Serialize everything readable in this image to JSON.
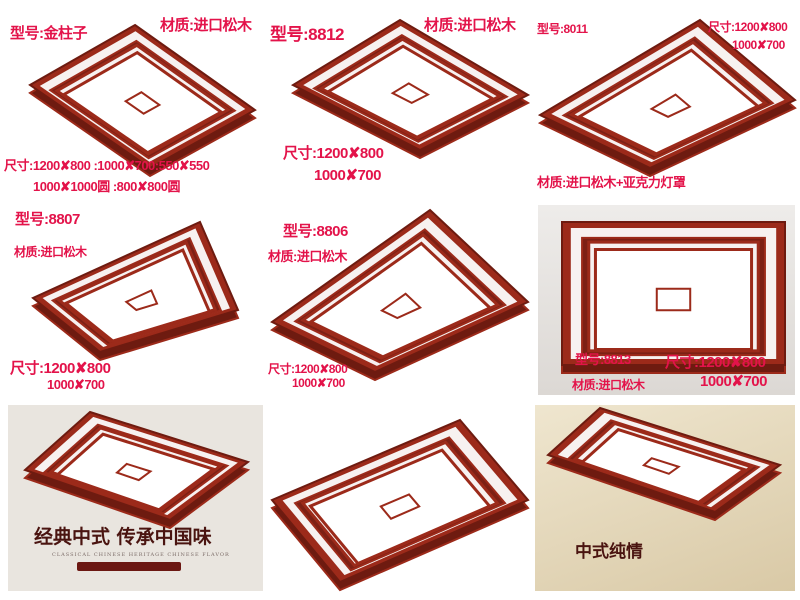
{
  "colors": {
    "label_text": "#e3134a",
    "wood": "#9c2a1a",
    "panel": "#f7f1f0",
    "calligraphy": "#4a1410"
  },
  "products": [
    {
      "model": "型号:金柱子",
      "material": "材质:进口松木",
      "size_line1": "尺寸:1200✘800 :1000✘700:550✘550",
      "size_line2": "1000✘1000圆 :800✘800圆"
    },
    {
      "model": "型号:8812",
      "material": "材质:进口松木",
      "size_line1": "尺寸:1200✘800",
      "size_line2": "1000✘700"
    },
    {
      "model": "型号:8011",
      "size_line1": "尺寸:1200✘800",
      "size_line2": "1000✘700",
      "material": "材质:进口松木+亚克力灯罩"
    },
    {
      "model": "型号:8807",
      "material": "材质:进口松木",
      "size_line1": "尺寸:1200✘800",
      "size_line2": "1000✘700"
    },
    {
      "model": "型号:8806",
      "material": "材质:进口松木",
      "size_line1": "尺寸:1200✘800",
      "size_line2": "1000✘700"
    },
    {
      "model": "型号:8813",
      "material": "材质:进口松木",
      "size_line1": "尺寸:1200✘800",
      "size_line2": "1000✘700"
    }
  ],
  "banners": {
    "classic_title": "经典中式 传承中国味",
    "classic_subtitle": "CLASSICAL CHINESE HERITAGE CHINESE FLAVOR",
    "pure_title": "中式纯情"
  }
}
